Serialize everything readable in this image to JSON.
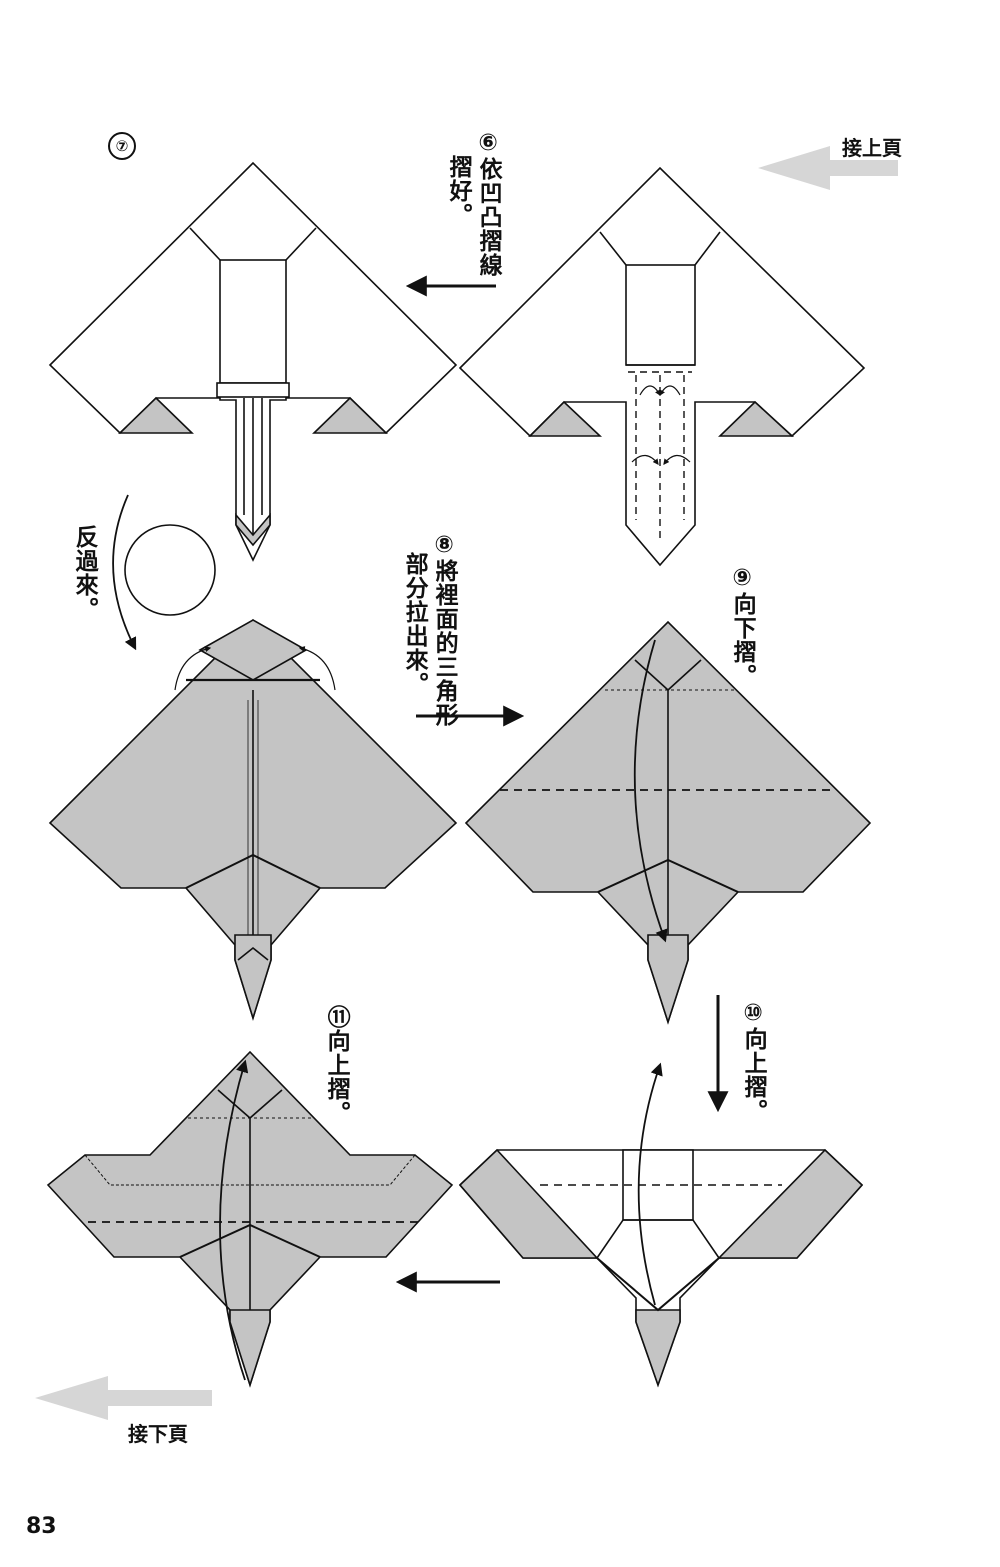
{
  "header": {
    "continued_from": "接上頁"
  },
  "footer": {
    "continued_on": "接下頁",
    "page_number": "83"
  },
  "steps": [
    {
      "number": "⑥",
      "text": "依凹凸摺線摺好。",
      "col1": "依凹凸摺線",
      "col2": "摺好。"
    },
    {
      "number": "⑦",
      "text": ""
    },
    {
      "number": "",
      "text": "反過來。"
    },
    {
      "number": "⑧",
      "text": "將裡面的三角形部分拉出來。",
      "col1": "將裡面的三角形",
      "col2": "部分拉出來。"
    },
    {
      "number": "⑨",
      "text": "向下摺。"
    },
    {
      "number": "⑩",
      "text": "向上摺。"
    },
    {
      "number": "⑪",
      "text": "向上摺。"
    }
  ],
  "colors": {
    "paper": "#ffffff",
    "colored_side": "#c4c4c4",
    "line": "#111111",
    "page_arrow": "#d6d6d6"
  }
}
